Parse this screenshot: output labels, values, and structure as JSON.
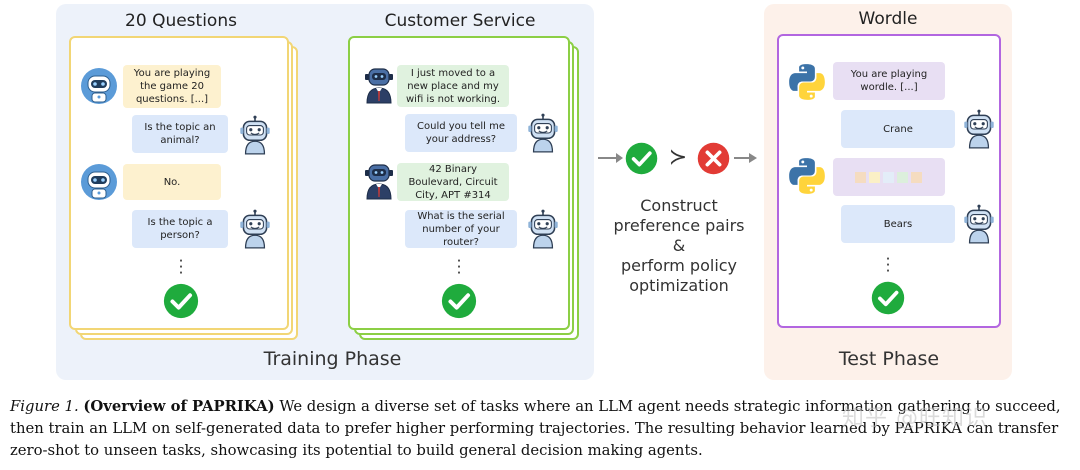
{
  "training": {
    "phase_label": "Training Phase",
    "twenty_questions": {
      "title": "20 Questions",
      "bubble1": "You are playing the game 20 questions. [...]",
      "bubble2": "Is the topic an animal?",
      "bubble3": "No.",
      "bubble4": "Is the topic a person?"
    },
    "customer_service": {
      "title": "Customer Service",
      "bubble1": "I just moved to a new place and my wifi is not working.",
      "bubble2": "Could you tell me your address?",
      "bubble3": "42 Binary Boulevard, Circuit City, APT #314",
      "bubble4": "What is the serial number of your router?"
    }
  },
  "flow": {
    "line1": "Construct",
    "line2": "preference pairs",
    "line3": "&",
    "line4": "perform policy",
    "line5": "optimization",
    "prefers_symbol": "≻"
  },
  "test": {
    "phase_label": "Test Phase",
    "wordle": {
      "title": "Wordle",
      "bubble1": "You are playing wordle. [...]",
      "bubble2": "Crane",
      "bubble3": "Bears",
      "square_colors": [
        "#f5dcc0",
        "#fbf0c6",
        "#e3edf8",
        "#dcefdc",
        "#f5dcc0"
      ]
    }
  },
  "caption": {
    "figure_label": "Figure 1.",
    "bold_title": "(Overview of PAPRIKA)",
    "line1_rest": " We design a diverse set of tasks where an LLM agent needs strategic information gathering to succeed,",
    "line2": "then train an LLM on self-generated data to prefer higher performing trajectories. The resulting behavior learned by PAPRIKA can transfer",
    "line3": "zero-shot to unseen tasks, showcasing its potential to build general decision making agents."
  },
  "watermark": "知乎 @旺知识",
  "icons": {
    "robot": "robot-avatar-icon",
    "agent": "agent-avatar-icon",
    "human": "human-agent-icon",
    "python": "python-icon",
    "check": "check-icon",
    "cross": "cross-icon"
  },
  "colors": {
    "yellow_border": "#f2d675",
    "green_border": "#8ccf45",
    "purple_border": "#b266e0",
    "check_green": "#1fab3d",
    "cross_red": "#e23b35"
  }
}
